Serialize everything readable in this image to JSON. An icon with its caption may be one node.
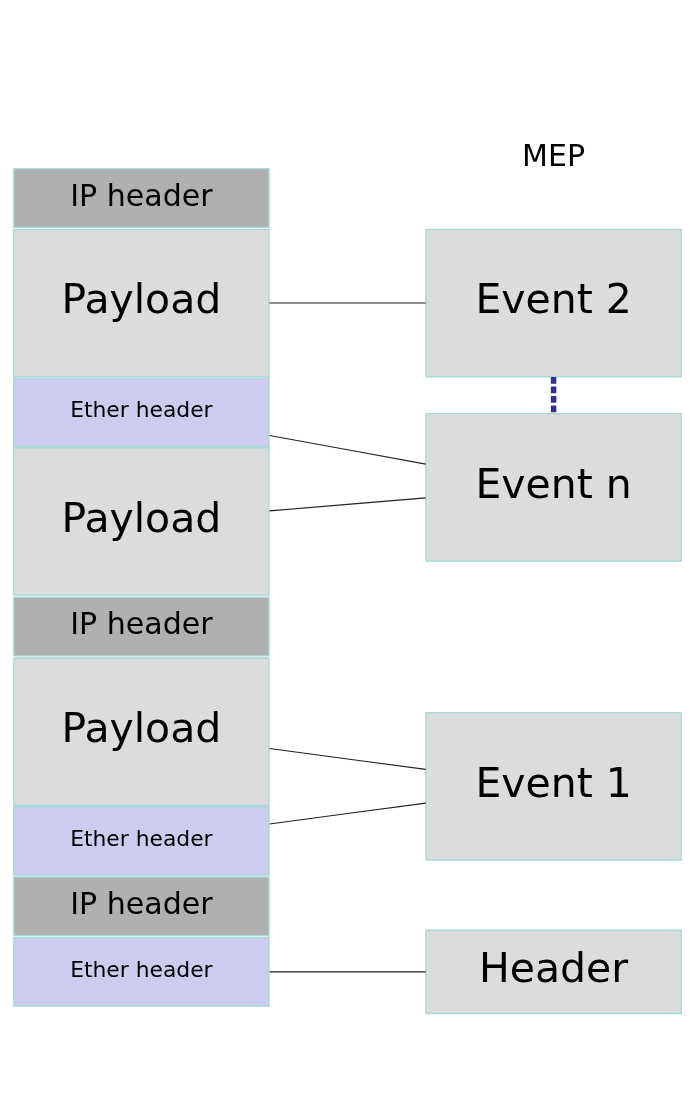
{
  "diagram": {
    "nodes": [
      {
        "text": [
          "Ether header"
        ]
      },
      {
        "text": [
          "IP header"
        ]
      },
      {
        "text": [
          "Payload"
        ]
      },
      {
        "text": [
          "Ether header"
        ]
      },
      {
        "text": [
          "IP header"
        ]
      },
      {
        "text": [
          "Payload"
        ]
      },
      {
        "text": [
          "Ether header"
        ]
      },
      {
        "text": [
          "IP header"
        ]
      },
      {
        "text": [
          "Payload"
        ]
      },
      {
        "text": [
          "Header"
        ]
      },
      {
        "text": [
          "Event 1"
        ]
      },
      {
        "text": [
          "Event 2"
        ]
      },
      {
        "text": [
          "Event n"
        ]
      }
    ],
    "edges": [
      {
        "from": 0,
        "to": 9,
        "arrow": "none"
      },
      {
        "from": 2,
        "to": 10,
        "arrow": "none"
      },
      {
        "from": 3,
        "to": 10,
        "arrow": "none"
      },
      {
        "from": 5,
        "to": 11,
        "arrow": "none"
      },
      {
        "from": 6,
        "to": 12,
        "arrow": "none"
      },
      {
        "from": 8,
        "to": 12,
        "arrow": "none"
      },
      {
        "from": 11,
        "to": 12,
        "arrow": "none",
        "style": "dashed",
        "color": "#2e3192"
      }
    ],
    "labels": [
      "MEP"
    ]
  }
}
